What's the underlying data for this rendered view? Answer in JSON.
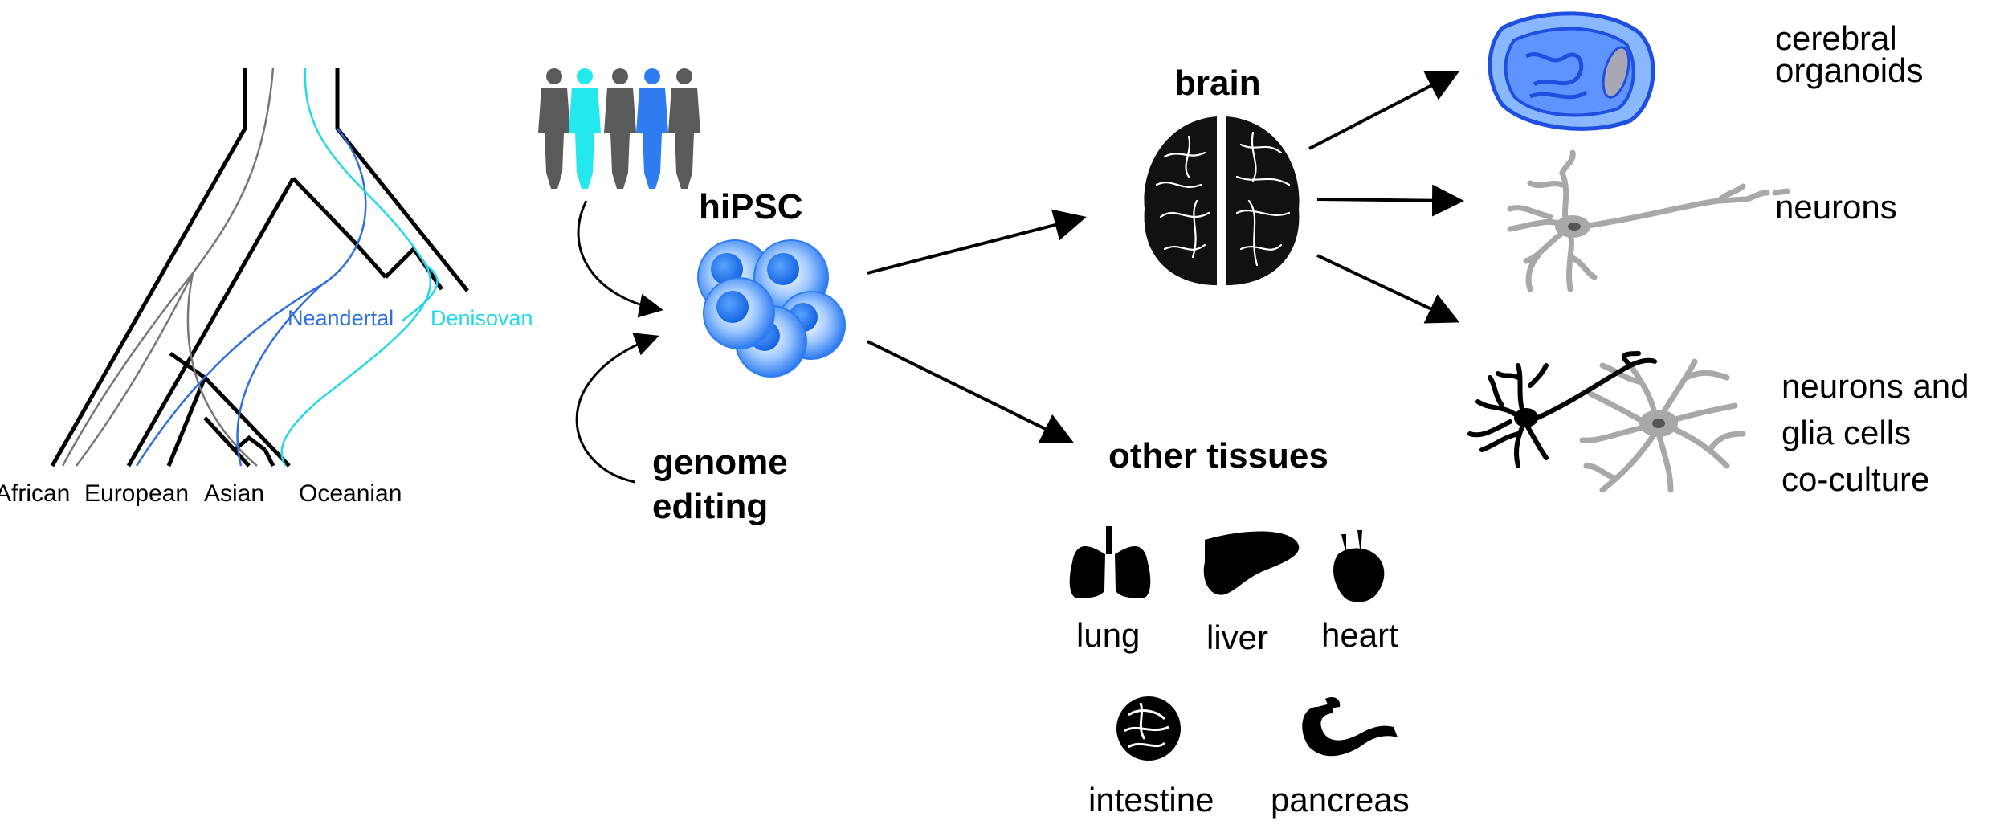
{
  "tree": {
    "populations": [
      "African",
      "European",
      "Asian",
      "Oceanian"
    ],
    "archaic": [
      {
        "label": "Neandertal",
        "color": "#2f6fdc"
      },
      {
        "label": "Denisovan",
        "color": "#23d8e8"
      }
    ]
  },
  "center": {
    "hipsc_label": "hiPSC",
    "genome_editing_line1": "genome",
    "genome_editing_line2": "editing"
  },
  "targets": {
    "brain_label": "brain",
    "other_tissues_label": "other tissues",
    "brain_outputs": [
      {
        "lines": [
          "cerebral",
          "organoids"
        ]
      },
      {
        "lines": [
          "neurons"
        ]
      },
      {
        "lines": [
          "neurons and",
          "glia cells",
          "co-culture"
        ]
      }
    ],
    "tissues": [
      "lung",
      "liver",
      "heart",
      "intestine",
      "pancreas"
    ]
  },
  "colors": {
    "dark_blue": "#2f6fdc",
    "cyan": "#23d8e8",
    "person_gray": "#5a5a5a",
    "neuron_gray": "#a8a8a8"
  }
}
